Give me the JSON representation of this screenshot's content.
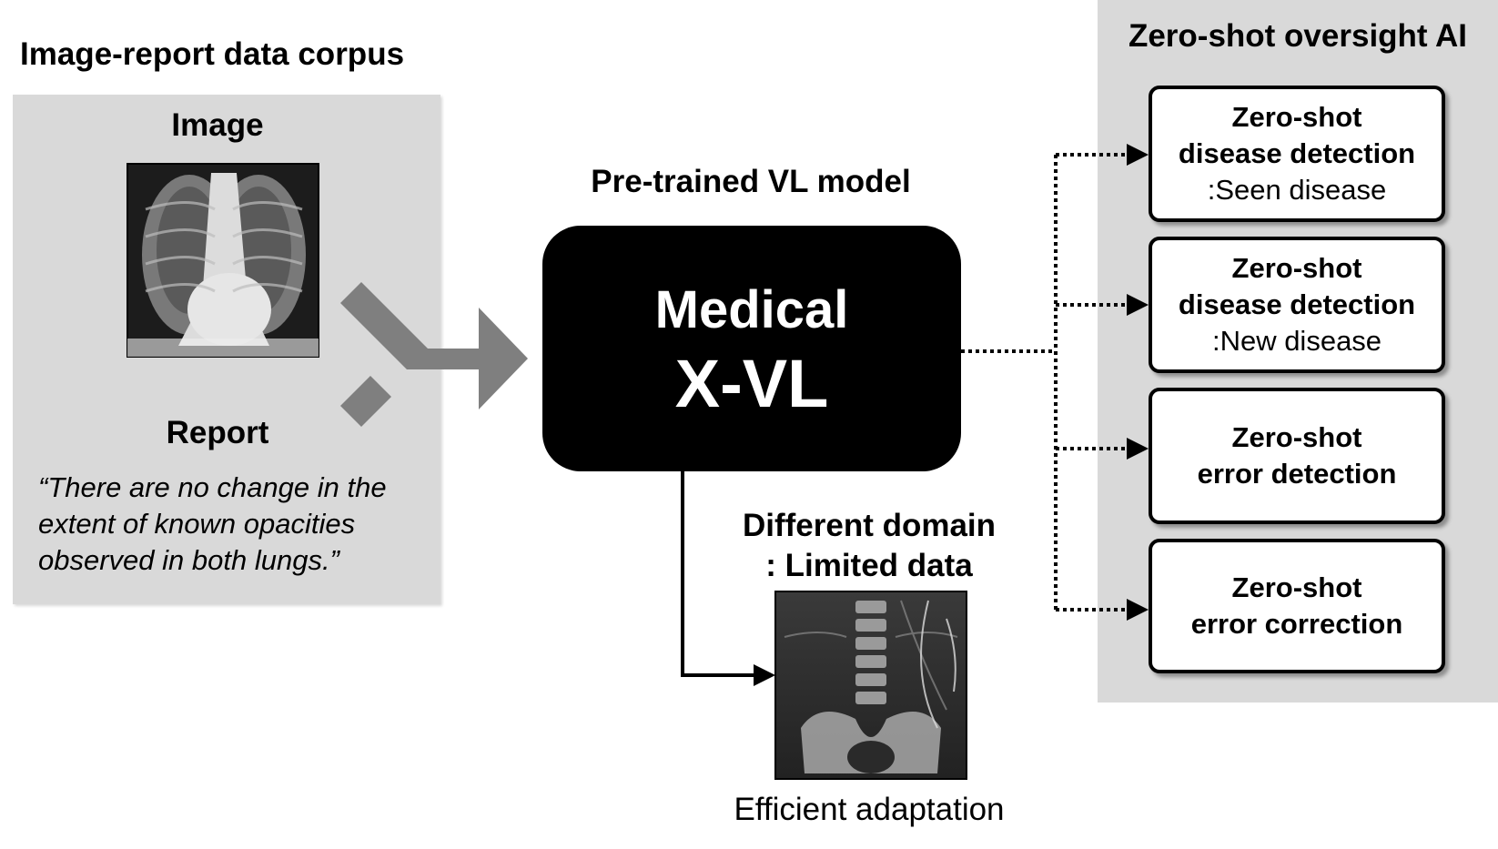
{
  "corpus": {
    "title": "Image-report data corpus",
    "image_label": "Image",
    "report_label": "Report",
    "report_quote": "“There are no change in the extent of known opacities observed in both lungs.”"
  },
  "model": {
    "header": "Pre-trained VL model",
    "line1": "Medical",
    "line2": "X-VL"
  },
  "adaptation": {
    "domain_line1": "Different domain",
    "domain_line2": ": Limited data",
    "caption": "Efficient adaptation"
  },
  "oversight": {
    "title": "Zero-shot oversight AI",
    "tasks": [
      {
        "line1": "Zero-shot",
        "line2": "disease detection",
        "line3": ":Seen disease"
      },
      {
        "line1": "Zero-shot",
        "line2": "disease detection",
        "line3": ":New disease"
      },
      {
        "line1": "Zero-shot",
        "line2": "error detection",
        "line3": ""
      },
      {
        "line1": "Zero-shot",
        "line2": "error correction",
        "line3": ""
      }
    ]
  },
  "colors": {
    "panel": "#d9d9d9",
    "model_box": "#000000",
    "arrow_gray": "#7f7f7f"
  }
}
